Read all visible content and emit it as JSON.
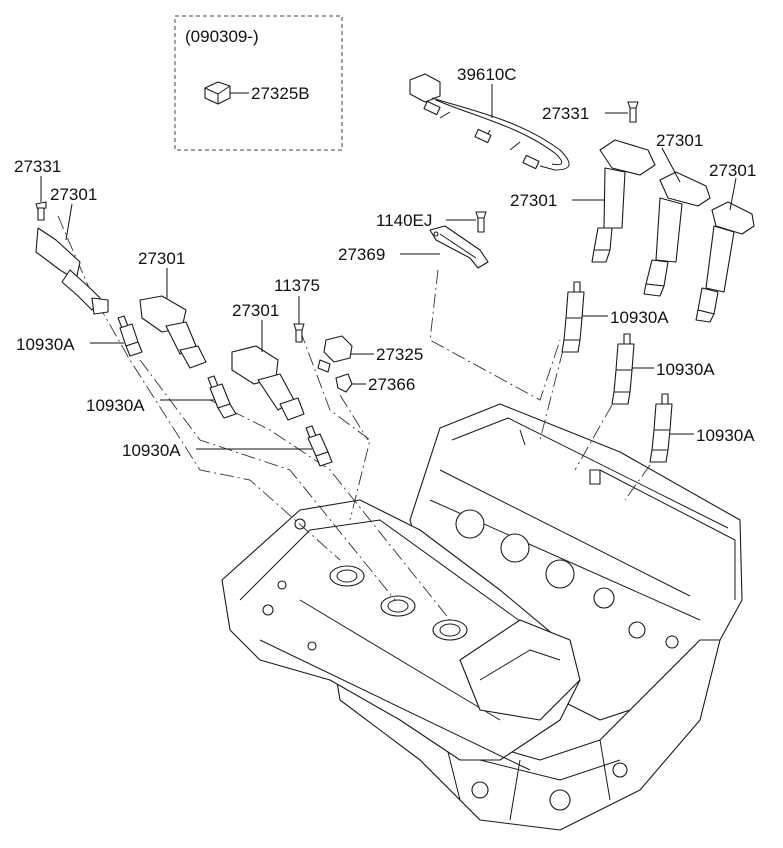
{
  "variant_box": {
    "date_code": "(090309-)",
    "part": "27325B"
  },
  "labels": {
    "harness": "39610C",
    "bolt_right": "27331",
    "coil_right_a": "27301",
    "coil_right_b": "27301",
    "coil_right_c": "27301",
    "bolt_1140": "1140EJ",
    "bracket": "27369",
    "bolt_left": "27331",
    "coil_left_a": "27301",
    "coil_left_b": "27301",
    "coil_left_c": "27301",
    "bolt_11375": "11375",
    "sensor": "27325",
    "clip": "27366",
    "plug_left_a": "10930A",
    "plug_left_b": "10930A",
    "plug_left_c": "10930A",
    "plug_right_a": "10930A",
    "plug_right_b": "10930A",
    "plug_right_c": "10930A"
  }
}
